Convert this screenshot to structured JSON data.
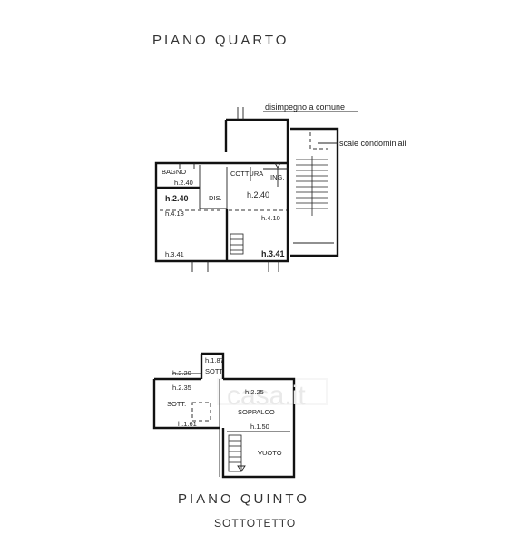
{
  "floor4": {
    "title": "PIANO QUARTO",
    "labels": {
      "disimpegno": "disimpegno a comune",
      "scale": "scale condominiali",
      "bagno": "BAGNO",
      "bagno_h": "h.2.40",
      "cottura": "COTTURA",
      "ing": "ING.",
      "h240_left": "h.2.40",
      "dis": "DIS.",
      "h240_center": "h.2.40",
      "h418": "h.4.18",
      "h410": "h.4.10",
      "h341_left": "h.3.41",
      "h341_right": "h.3.41"
    }
  },
  "floor5": {
    "title": "PIANO QUINTO",
    "subtitle": "SOTTOTETTO",
    "labels": {
      "h187": "h.1.87",
      "sott_small": "SOTT.",
      "h220": "h.2.20",
      "h235": "h.2.35",
      "h225": "h.2.25",
      "sott": "SOTT.",
      "soppalco": "SOPPALCO",
      "h161": "h.1.61",
      "h150": "h.1.50",
      "vuoto": "VUOTO"
    }
  }
}
